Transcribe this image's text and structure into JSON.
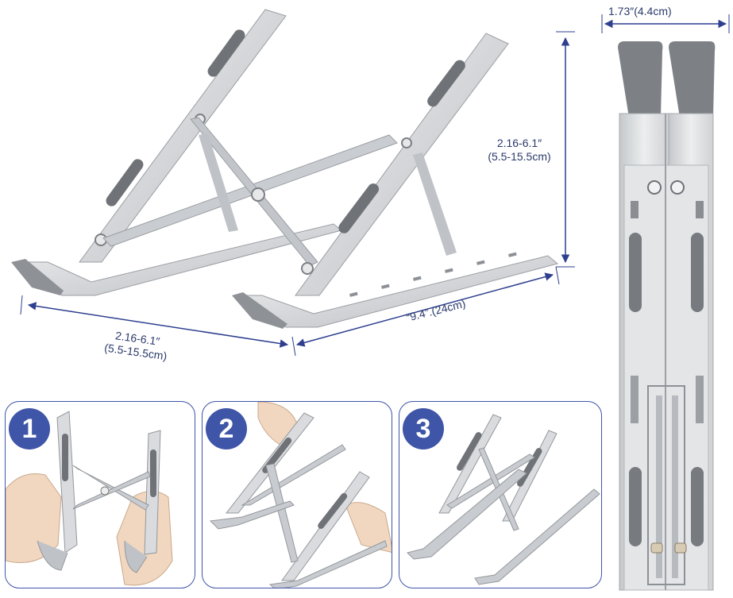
{
  "dimensions": {
    "top_width": "1.73″(4.4cm)",
    "height_line1": "2.16-6.1″",
    "height_line2": "(5.5-15.5cm)",
    "left_line1": "2.16-6.1″",
    "left_line2": "(5.5-15.5cm)",
    "length": "“9.4”.(24cm)"
  },
  "steps": [
    {
      "number": "1"
    },
    {
      "number": "2"
    },
    {
      "number": "3"
    }
  ],
  "colors": {
    "accent": "#3f55a8",
    "arrow": "#2e3f8f",
    "aluminum": "#d9dbde",
    "aluminum_dark": "#9a9ea3",
    "grip": "#6f7378"
  }
}
